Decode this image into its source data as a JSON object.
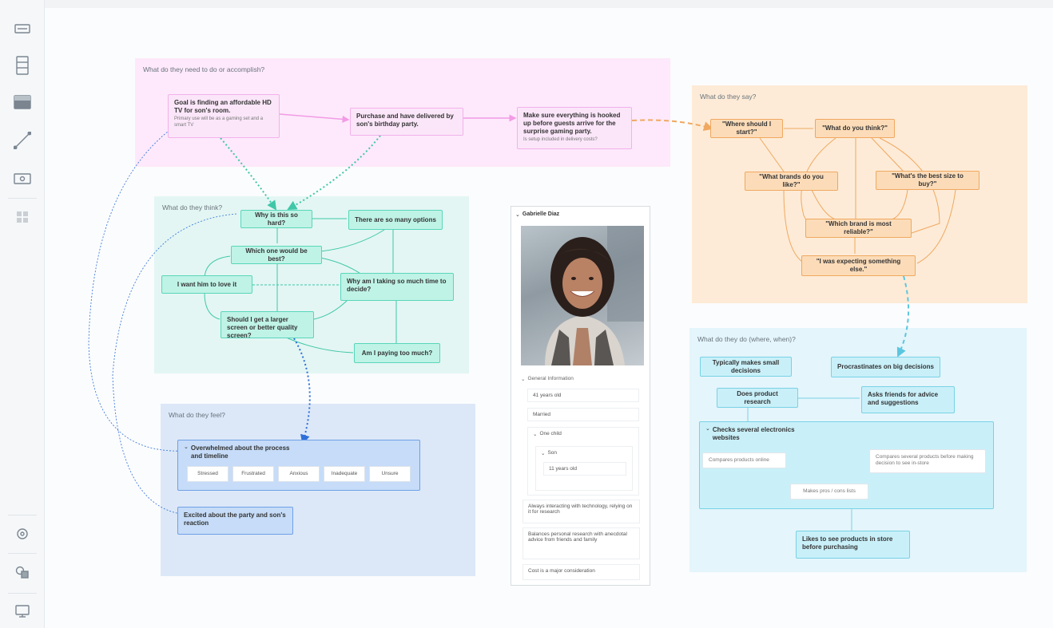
{
  "toolbar": {
    "items": [
      "text-block-icon",
      "list-block-icon",
      "image-block-icon",
      "connector-icon",
      "preview-icon",
      "grid-icon",
      "visibility-icon",
      "shapes-icon",
      "present-icon"
    ]
  },
  "zones": {
    "need": {
      "title": "What do they need to do or accomplish?"
    },
    "say": {
      "title": "What do they say?"
    },
    "think": {
      "title": "What do they think?"
    },
    "feel": {
      "title": "What do they feel?"
    },
    "do": {
      "title": "What do they do (where, when)?"
    }
  },
  "need": {
    "goal_title": "Goal is finding an affordable HD TV for son's room.",
    "goal_sub": "Primary use will be as a gaming set and a smart TV",
    "purchase": "Purchase and have delivered by son's birthday party.",
    "hookup_title": "Make sure everything is hooked up before guests arrive for the surprise gaming party.",
    "hookup_sub": "Is setup included in delivery costs?"
  },
  "say": {
    "start": "\"Where should I start?\"",
    "think": "\"What do you think?\"",
    "brands": "\"What brands do you like?\"",
    "size": "\"What's the best size to buy?\"",
    "reliable": "\"Which brand is most reliable?\"",
    "expecting": "\"I was expecting something else.\""
  },
  "think": {
    "hard": "Why is this so hard?",
    "options": "There are so many options",
    "best": "Which one would be best?",
    "love": "I want him to love it",
    "time": "Why am I taking so much time to decide?",
    "screen": "Should I get a larger screen or better quality screen?",
    "paying": "Am I paying too much?"
  },
  "feel": {
    "overwhelmed": "Overwhelmed about the process and timeline",
    "chips": [
      "Stressed",
      "Frustrated",
      "Anxious",
      "Inadequate",
      "Unsure"
    ],
    "excited": "Excited about the party and son's reaction"
  },
  "do": {
    "small": "Typically makes small decisions",
    "procrastinates": "Procrastinates on big decisions",
    "research": "Does product research",
    "friends": "Asks friends for advice and suggestions",
    "checks": "Checks several electronics websites",
    "compares_online": "Compares products online",
    "compares_several": "Compares several products before making decision to see in-store",
    "pros_cons": "Makes pros / cons lists",
    "instore": "Likes to see products in store before purchasing"
  },
  "persona": {
    "name": "Gabrielle Diaz",
    "section": "General Information",
    "age": "41 years old",
    "married": "Married",
    "child": "One child",
    "son": "Son",
    "son_age": "11 years old",
    "notes": [
      "Always interacting with technology, relying on it for research",
      "Balances personal research with anecdotal advice from friends and family",
      "Cost is a major consideration"
    ]
  },
  "colors": {
    "pink": "#f2b2eb",
    "mint": "#59d6ba",
    "orange": "#f0a860",
    "blue": "#6fa0e6",
    "cyan": "#79d2e6"
  }
}
